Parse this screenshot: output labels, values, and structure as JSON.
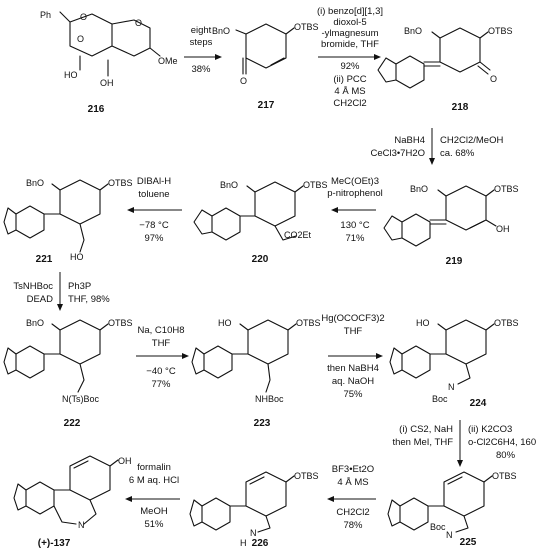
{
  "compounds": {
    "c216": "216",
    "c217": "217",
    "c218": "218",
    "c219": "219",
    "c220": "220",
    "c221": "221",
    "c222": "222",
    "c223": "223",
    "c224": "224",
    "c225": "225",
    "c226": "226",
    "c137": "(+)-137"
  },
  "atoms": {
    "ph": "Ph",
    "o": "O",
    "ho": "HO",
    "oh": "OH",
    "ome": "OMe",
    "bno": "BnO",
    "otbs": "OTBS",
    "co2et": "CO2Et",
    "nts": "N(Ts)Boc",
    "nhboc": "NHBoc",
    "n": "N",
    "boc": "Boc",
    "h": "H"
  },
  "steps": {
    "s1": [
      "eight",
      "steps",
      "38%"
    ],
    "s2": [
      "(i) benzo[d][1,3]",
      "dioxol-5",
      "-ylmagnesum",
      "bromide, THF",
      "92%",
      "(ii) PCC",
      "4 Å MS",
      "CH2Cl2"
    ],
    "s3a": [
      "NaBH4",
      "CeCl3•7H2O"
    ],
    "s3b": [
      "CH2Cl2/MeOH",
      "ca. 68%"
    ],
    "s4": [
      "MeC(OEt)3",
      "p-nitrophenol",
      "130 °C",
      "71%"
    ],
    "s5": [
      "DIBAl-H",
      "toluene",
      "−78 °C",
      "97%"
    ],
    "s6a": [
      "TsNHBoc",
      "DEAD"
    ],
    "s6b": [
      "Ph3P",
      "THF, 98%"
    ],
    "s7": [
      "Na, C10H8",
      "THF",
      "−40 °C",
      "77%"
    ],
    "s8": [
      "Hg(OCOCF3)2",
      "THF",
      "then NaBH4",
      "aq. NaOH",
      "75%"
    ],
    "s9a": [
      "(i) CS2, NaH",
      "then MeI, THF"
    ],
    "s9b": [
      "(ii) K2CO3",
      "o-Cl2C6H4, 160 °C",
      "80%"
    ],
    "s10": [
      "BF3•Et2O",
      "4 Å MS",
      "CH2Cl2",
      "78%"
    ],
    "s11": [
      "formalin",
      "6 M aq. HCl",
      "MeOH",
      "51%"
    ]
  }
}
